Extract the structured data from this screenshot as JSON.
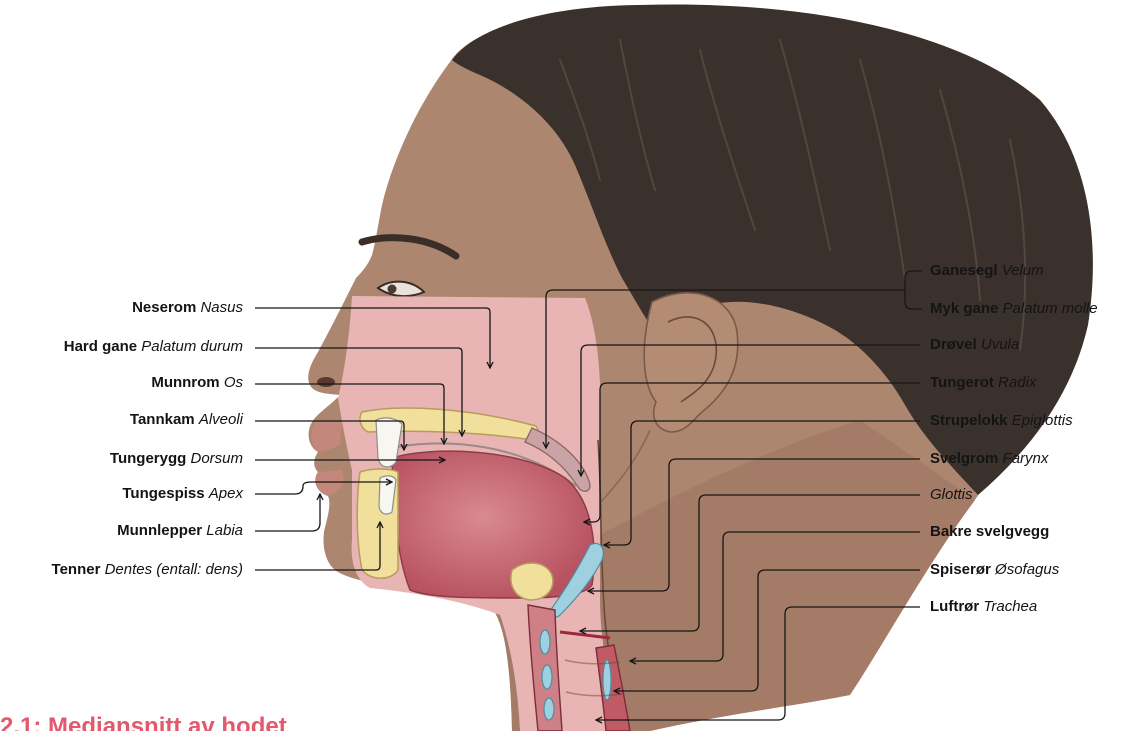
{
  "caption": "2.1: Mediansnitt av hodet",
  "labels_left": [
    {
      "term": "Neserom",
      "latin": "Nasus"
    },
    {
      "term": "Hard gane",
      "latin": "Palatum durum"
    },
    {
      "term": "Munnrom",
      "latin": "Os"
    },
    {
      "term": "Tannkam",
      "latin": "Alveoli"
    },
    {
      "term": "Tungerygg",
      "latin": "Dorsum"
    },
    {
      "term": "Tungespiss",
      "latin": "Apex"
    },
    {
      "term": "Munnlepper",
      "latin": "Labia"
    },
    {
      "term": "Tenner",
      "latin": "Dentes (entall: dens)"
    }
  ],
  "labels_right": [
    {
      "term": "Ganesegl",
      "latin": "Velum"
    },
    {
      "term": "Myk gane",
      "latin": "Palatum molle"
    },
    {
      "term": "Drøvel",
      "latin": "Uvula"
    },
    {
      "term": "Tungerot",
      "latin": "Radix"
    },
    {
      "term": "Strupelokk",
      "latin": "Epiglottis"
    },
    {
      "term": "Svelgrom",
      "latin": "Farynx"
    },
    {
      "latin": "Glottis"
    },
    {
      "term": "Bakre svelgvegg"
    },
    {
      "term": "Spiserør",
      "latin": "Øsofagus"
    },
    {
      "term": "Luftrør",
      "latin": "Trachea"
    }
  ],
  "colors": {
    "caption": "#e3586b",
    "hair": "#3a312c",
    "skin": "#ad8670",
    "cavity": "#e9b4b4",
    "bone": "#f1df9c",
    "tongue": "#c96c78",
    "cartilage": "#9fd0e0"
  }
}
